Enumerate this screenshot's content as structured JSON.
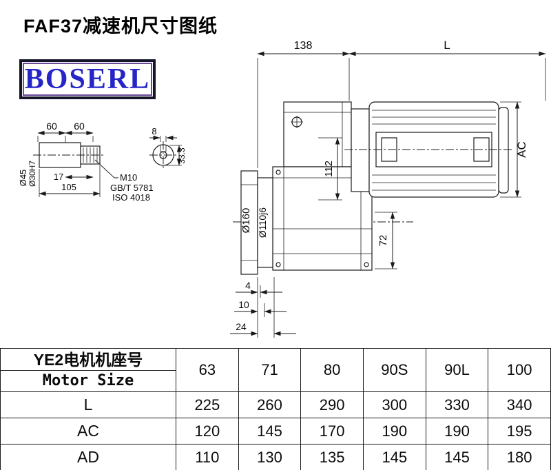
{
  "page": {
    "title": "FAF37减速机尺寸图纸",
    "logo": "BOSERL"
  },
  "drawing": {
    "top": {
      "d138": "138",
      "dL": "L"
    },
    "right": {
      "dAC": "AC"
    },
    "gearbox": {
      "d112": "112",
      "d72": "72"
    },
    "flange": {
      "d160": "Ø160",
      "d110": "Ø110j6",
      "d4": "4",
      "d10": "10",
      "d24": "24"
    },
    "shaft": {
      "d60a": "60",
      "d60b": "60",
      "d45": "Ø45",
      "d30": "Ø30H7",
      "d17": "17",
      "d105": "105",
      "m10": "M10",
      "gbt": "GB/T 5781",
      "iso": "ISO 4018"
    },
    "endview": {
      "d8": "8",
      "d33": "33.3"
    }
  },
  "table": {
    "header": {
      "line1": "YE2电机机座号",
      "line2": "Motor Size"
    },
    "columns": [
      "63",
      "71",
      "80",
      "90S",
      "90L",
      "100"
    ],
    "rows": [
      {
        "label": "L",
        "values": [
          "225",
          "260",
          "290",
          "300",
          "330",
          "340"
        ]
      },
      {
        "label": "AC",
        "values": [
          "120",
          "145",
          "170",
          "190",
          "190",
          "195"
        ]
      },
      {
        "label": "AD",
        "values": [
          "110",
          "130",
          "135",
          "145",
          "145",
          "180"
        ]
      }
    ]
  }
}
